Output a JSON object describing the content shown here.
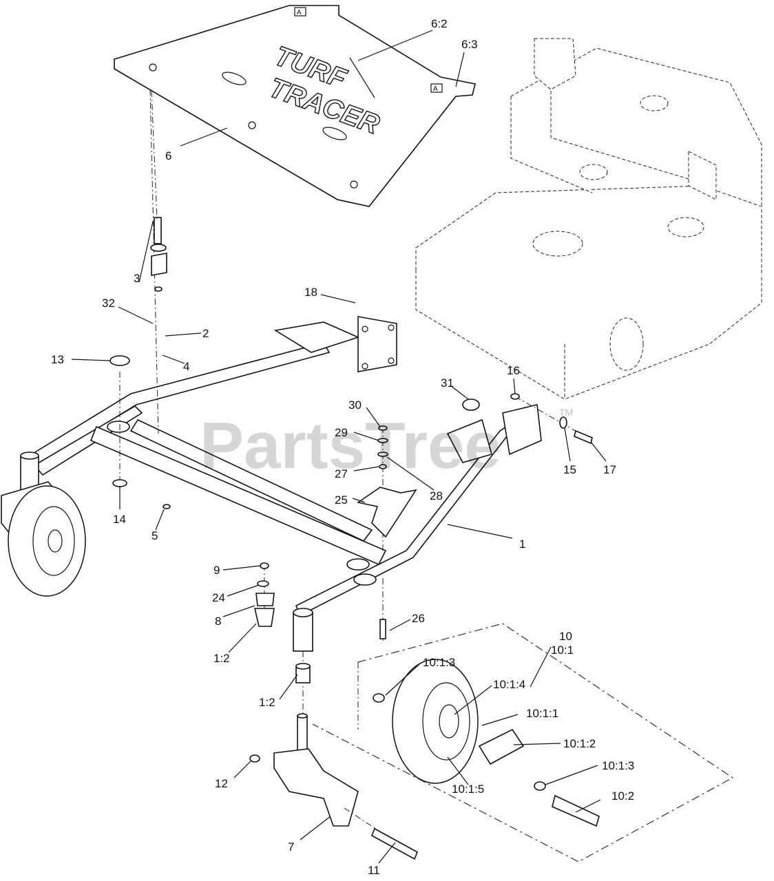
{
  "watermark": {
    "text": "PartsTree",
    "trademark": "TM"
  },
  "logo": {
    "line1": "TURF",
    "line2": "TRACER"
  },
  "plate_marks": [
    "A",
    "A"
  ],
  "callouts": [
    {
      "id": "c-6-2",
      "text": "6:2"
    },
    {
      "id": "c-6-3",
      "text": "6:3"
    },
    {
      "id": "c-6",
      "text": "6"
    },
    {
      "id": "c-3",
      "text": "3"
    },
    {
      "id": "c-32",
      "text": "32"
    },
    {
      "id": "c-2",
      "text": "2"
    },
    {
      "id": "c-4",
      "text": "4"
    },
    {
      "id": "c-13",
      "text": "13"
    },
    {
      "id": "c-18",
      "text": "18"
    },
    {
      "id": "c-16",
      "text": "16"
    },
    {
      "id": "c-31",
      "text": "31"
    },
    {
      "id": "c-30",
      "text": "30"
    },
    {
      "id": "c-29",
      "text": "29"
    },
    {
      "id": "c-27",
      "text": "27"
    },
    {
      "id": "c-28",
      "text": "28"
    },
    {
      "id": "c-25",
      "text": "25"
    },
    {
      "id": "c-15",
      "text": "15"
    },
    {
      "id": "c-17",
      "text": "17"
    },
    {
      "id": "c-1",
      "text": "1"
    },
    {
      "id": "c-14",
      "text": "14"
    },
    {
      "id": "c-5",
      "text": "5"
    },
    {
      "id": "c-9",
      "text": "9"
    },
    {
      "id": "c-24",
      "text": "24"
    },
    {
      "id": "c-8",
      "text": "8"
    },
    {
      "id": "c-1-2a",
      "text": "1:2"
    },
    {
      "id": "c-26",
      "text": "26"
    },
    {
      "id": "c-10",
      "text": "10"
    },
    {
      "id": "c-10-1",
      "text": "10:1"
    },
    {
      "id": "c-10-1-3a",
      "text": "10:1:3"
    },
    {
      "id": "c-10-1-4",
      "text": "10:1:4"
    },
    {
      "id": "c-10-1-1",
      "text": "10:1:1"
    },
    {
      "id": "c-1-2b",
      "text": "1:2"
    },
    {
      "id": "c-10-1-2",
      "text": "10:1:2"
    },
    {
      "id": "c-10-1-3b",
      "text": "10:1:3"
    },
    {
      "id": "c-10-1-5",
      "text": "10:1:5"
    },
    {
      "id": "c-10-2",
      "text": "10:2"
    },
    {
      "id": "c-12",
      "text": "12"
    },
    {
      "id": "c-7",
      "text": "7"
    },
    {
      "id": "c-11",
      "text": "11"
    }
  ]
}
